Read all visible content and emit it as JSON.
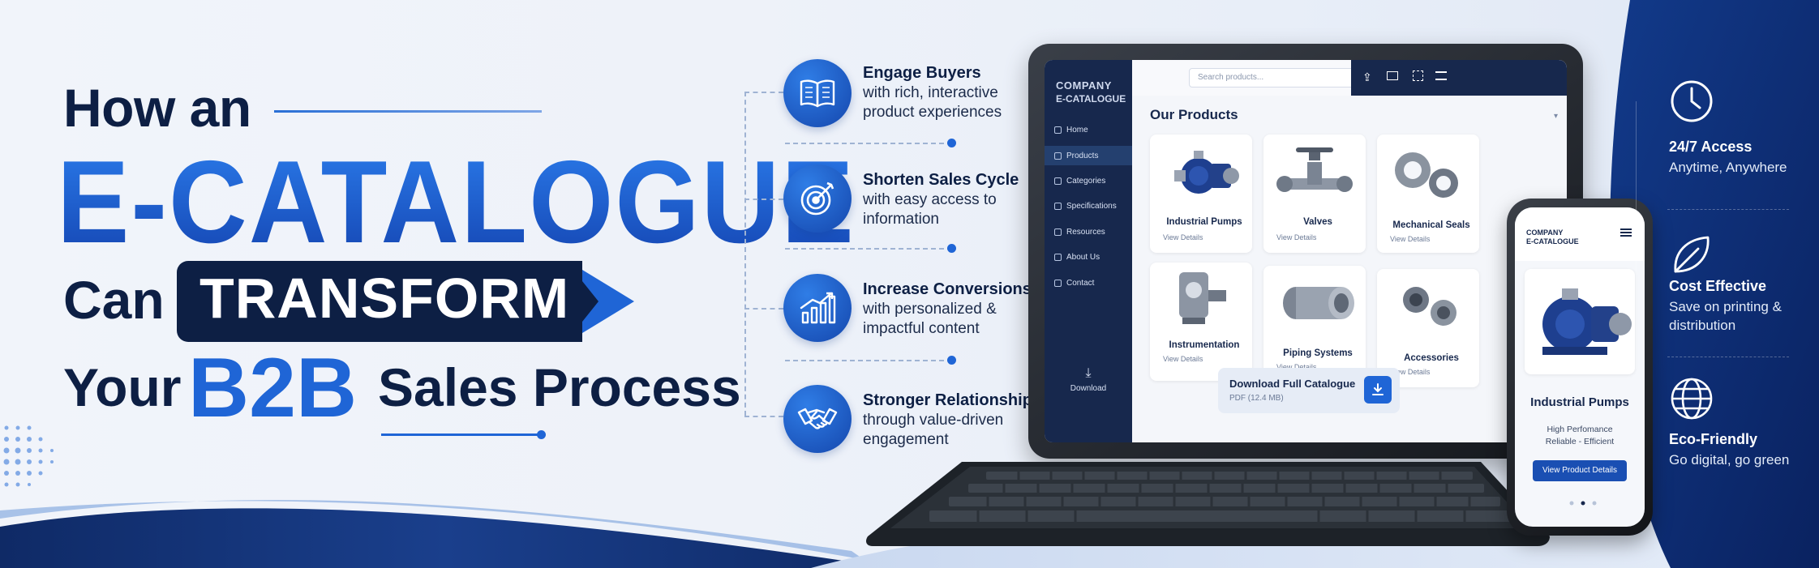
{
  "headline": {
    "line1": "How an",
    "line2": "E-CATALOGUE",
    "can": "Can",
    "transform": "TRANSFORM",
    "your": "Your",
    "b2b": "B2B",
    "sales": "Sales Process"
  },
  "benefits": [
    {
      "title": "Engage Buyers",
      "desc": "with rich, interactive product experiences",
      "icon": "open-book-icon"
    },
    {
      "title": "Shorten Sales Cycle",
      "desc": "with easy access to information",
      "icon": "target-icon"
    },
    {
      "title": "Increase Conversions",
      "desc": "with personalized & impactful content",
      "icon": "growth-chart-icon"
    },
    {
      "title": "Stronger Relationships",
      "desc": "through value-driven engagement",
      "icon": "handshake-icon"
    }
  ],
  "laptop": {
    "logo_line1": "COMPANY",
    "logo_line2": "E-CATALOGUE",
    "search_placeholder": "Search products...",
    "nav": [
      "Home",
      "Products",
      "Categories",
      "Specifications",
      "Resources",
      "About Us",
      "Contact"
    ],
    "active_nav": "Products",
    "download_label": "Download",
    "section_title": "Our Products",
    "products": [
      {
        "name": "Industrial Pumps",
        "link": "View Details"
      },
      {
        "name": "Valves",
        "link": "View Details"
      },
      {
        "name": "Mechanical Seals",
        "link": "View Details"
      },
      {
        "name": "Instrumentation",
        "link": "View Details"
      },
      {
        "name": "Piping Systems",
        "link": "View Details"
      },
      {
        "name": "Accessories",
        "link": "View Details"
      }
    ],
    "download_box": {
      "title": "Download Full Catalogue",
      "subtitle": "PDF (12.4 MB)"
    }
  },
  "phone": {
    "logo_line1": "COMPANY",
    "logo_line2": "E-CATALOGUE",
    "product_name": "Industrial Pumps",
    "desc_line1": "High Perfomance",
    "desc_line2": "Reliable - Efficient",
    "button": "View Product Details"
  },
  "right_panel": [
    {
      "title": "24/7 Access",
      "desc": "Anytime, Anywhere",
      "icon": "clock-icon"
    },
    {
      "title": "Cost Effective",
      "desc": "Save on printing & distribution",
      "icon": "leaf-icon"
    },
    {
      "title": "Eco-Friendly",
      "desc": "Go digital, go green",
      "icon": "globe-icon"
    }
  ],
  "colors": {
    "navy": "#0d1f44",
    "brand_blue": "#1f65d6",
    "sidebar": "#17284d",
    "right_panel_dark": "#0c2a6b"
  }
}
